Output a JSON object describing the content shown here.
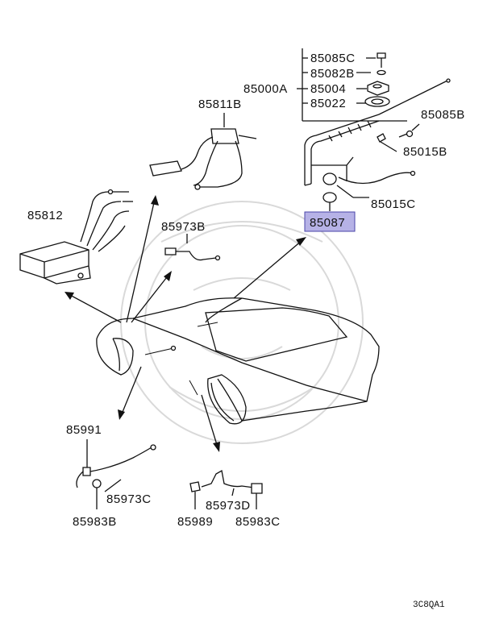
{
  "labels": {
    "p85085C": "85085C",
    "p85082B": "85082B",
    "p85000A": "85000A",
    "p85004": "85004",
    "p85022": "85022",
    "p85085B": "85085B",
    "p85015B": "85015B",
    "p85811B": "85811B",
    "p85015C": "85015C",
    "p85812": "85812",
    "p85087": "85087",
    "p85973B": "85973B",
    "p85991": "85991",
    "p85973C": "85973C",
    "p85983B_left": "85983B",
    "p85989": "85989",
    "p85973D": "85973D",
    "p85983C": "85983C"
  },
  "diagram_code": "3C8QA1",
  "colors": {
    "highlight_fill": "#b6b2e6",
    "highlight_border": "#4a44a8",
    "line": "#111111"
  }
}
